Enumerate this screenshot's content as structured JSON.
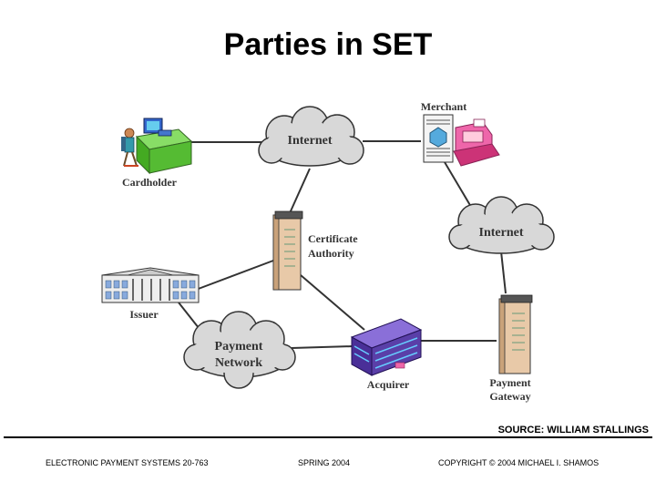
{
  "title": "Parties in SET",
  "nodes": {
    "cardholder": "Cardholder",
    "merchant": "Merchant",
    "internet_top": "Internet",
    "internet_right": "Internet",
    "ca_line1": "Certificate",
    "ca_line2": "Authority",
    "issuer": "Issuer",
    "payment_network_line1": "Payment",
    "payment_network_line2": "Network",
    "acquirer": "Acquirer",
    "payment_gateway_line1": "Payment",
    "payment_gateway_line2": "Gateway"
  },
  "source": "SOURCE: WILLIAM STALLINGS",
  "footer": {
    "left": "ELECTRONIC PAYMENT SYSTEMS 20-763",
    "middle": "SPRING 2004",
    "right": "COPYRIGHT © 2004 MICHAEL I. SHAMOS"
  },
  "colors": {
    "cloud_fill": "#d8d8d8",
    "server_fill": "#e8c9a8",
    "acquirer_fill": "#6a4fb8",
    "desk_fill": "#66cc44",
    "register_fill": "#ee66aa",
    "line": "#333333"
  }
}
